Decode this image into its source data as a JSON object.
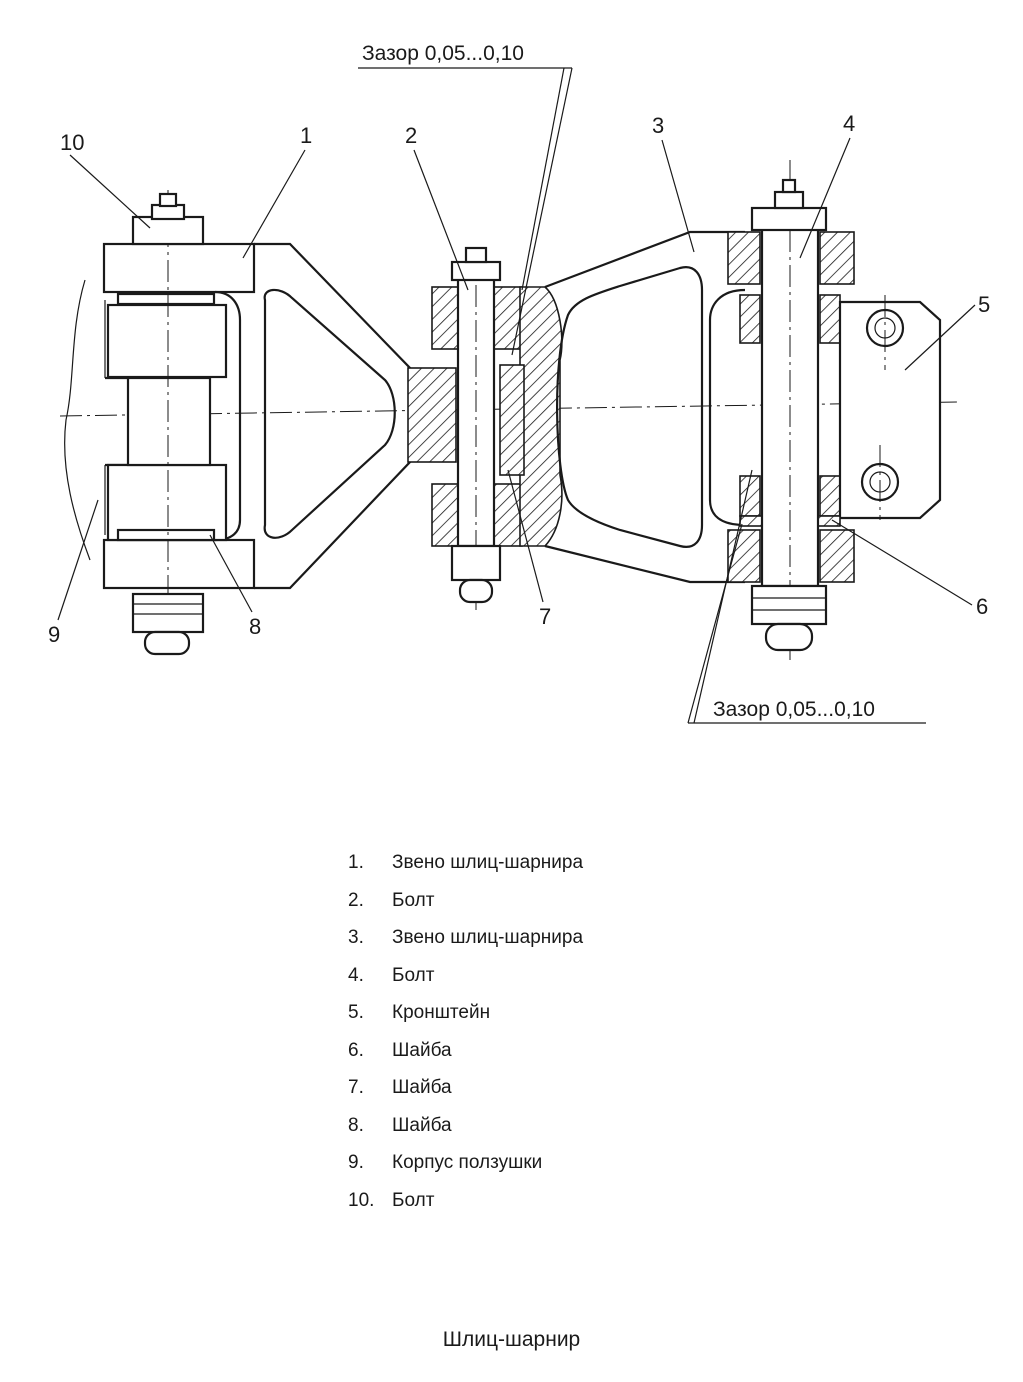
{
  "callouts": {
    "c1": "1",
    "c2": "2",
    "c3": "3",
    "c4": "4",
    "c5": "5",
    "c6": "6",
    "c7": "7",
    "c8": "8",
    "c9": "9",
    "c10": "10"
  },
  "clearance_top": "Зазор 0,05...0,10",
  "clearance_bottom": "Зазор 0,05...0,10",
  "legend": [
    {
      "num": "1.",
      "text": "Звено шлиц-шарнира"
    },
    {
      "num": "2.",
      "text": "Болт"
    },
    {
      "num": "3.",
      "text": "Звено шлиц-шарнира"
    },
    {
      "num": "4.",
      "text": "Болт"
    },
    {
      "num": "5.",
      "text": "Кронштейн"
    },
    {
      "num": "6.",
      "text": "Шайба"
    },
    {
      "num": "7.",
      "text": "Шайба"
    },
    {
      "num": "8.",
      "text": "Шайба"
    },
    {
      "num": "9.",
      "text": "Корпус ползушки"
    },
    {
      "num": "10.",
      "text": "Болт"
    }
  ],
  "caption": "Шлиц-шарнир"
}
